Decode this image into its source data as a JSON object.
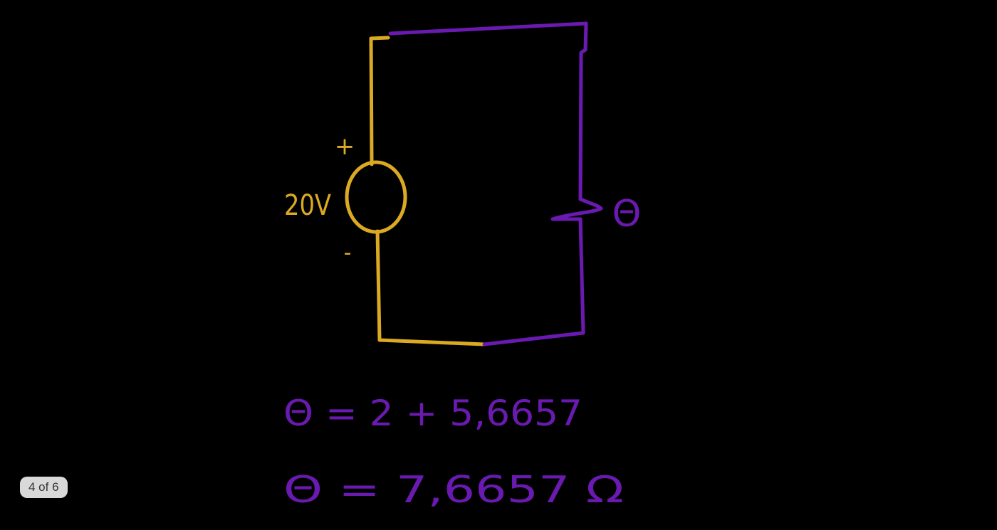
{
  "colors": {
    "background": "#000000",
    "source_wire": "#dcaa22",
    "load_wire": "#6a1ab0",
    "indicator_bg": "#d9d9d9",
    "indicator_text": "#333333"
  },
  "circuit": {
    "source_label": "20V",
    "plus_sign": "+",
    "minus_sign": "-",
    "resistor_label": "Θ"
  },
  "equations": {
    "line1": "Θ = 2 + 5,6657",
    "line2": "Θ = 7,6657 Ω"
  },
  "pager": {
    "label": "4 of 6"
  }
}
